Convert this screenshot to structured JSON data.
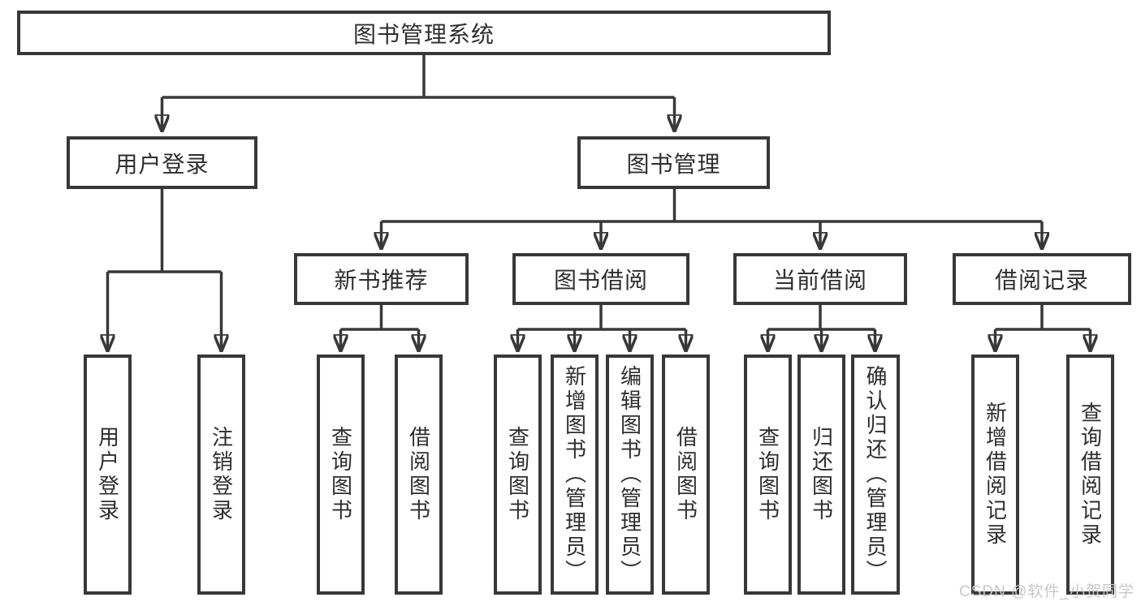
{
  "tree": {
    "label": "图书管理系统",
    "children": [
      {
        "label": "用户登录",
        "children": [
          {
            "label": "用户登录"
          },
          {
            "label": "注销登录"
          }
        ]
      },
      {
        "label": "图书管理",
        "children": [
          {
            "label": "新书推荐",
            "children": [
              {
                "label": "查询图书"
              },
              {
                "label": "借阅图书"
              }
            ]
          },
          {
            "label": "图书借阅",
            "children": [
              {
                "label": "查询图书"
              },
              {
                "label": "新增图书（管理员）"
              },
              {
                "label": "编辑图书（管理员）"
              },
              {
                "label": "借阅图书"
              }
            ]
          },
          {
            "label": "当前借阅",
            "children": [
              {
                "label": "查询图书"
              },
              {
                "label": "归还图书"
              },
              {
                "label": "确认归还（管理员）"
              }
            ]
          },
          {
            "label": "借阅记录",
            "children": [
              {
                "label": "新增借阅记录"
              },
              {
                "label": "查询借阅记录"
              }
            ]
          }
        ]
      }
    ]
  },
  "watermark": {
    "text": "CSDN @软件_小贺同学"
  },
  "colors": {
    "line": "#383838",
    "text": "#2e2e2e",
    "background": "#ffffff",
    "watermark": "#c8c8c8"
  }
}
